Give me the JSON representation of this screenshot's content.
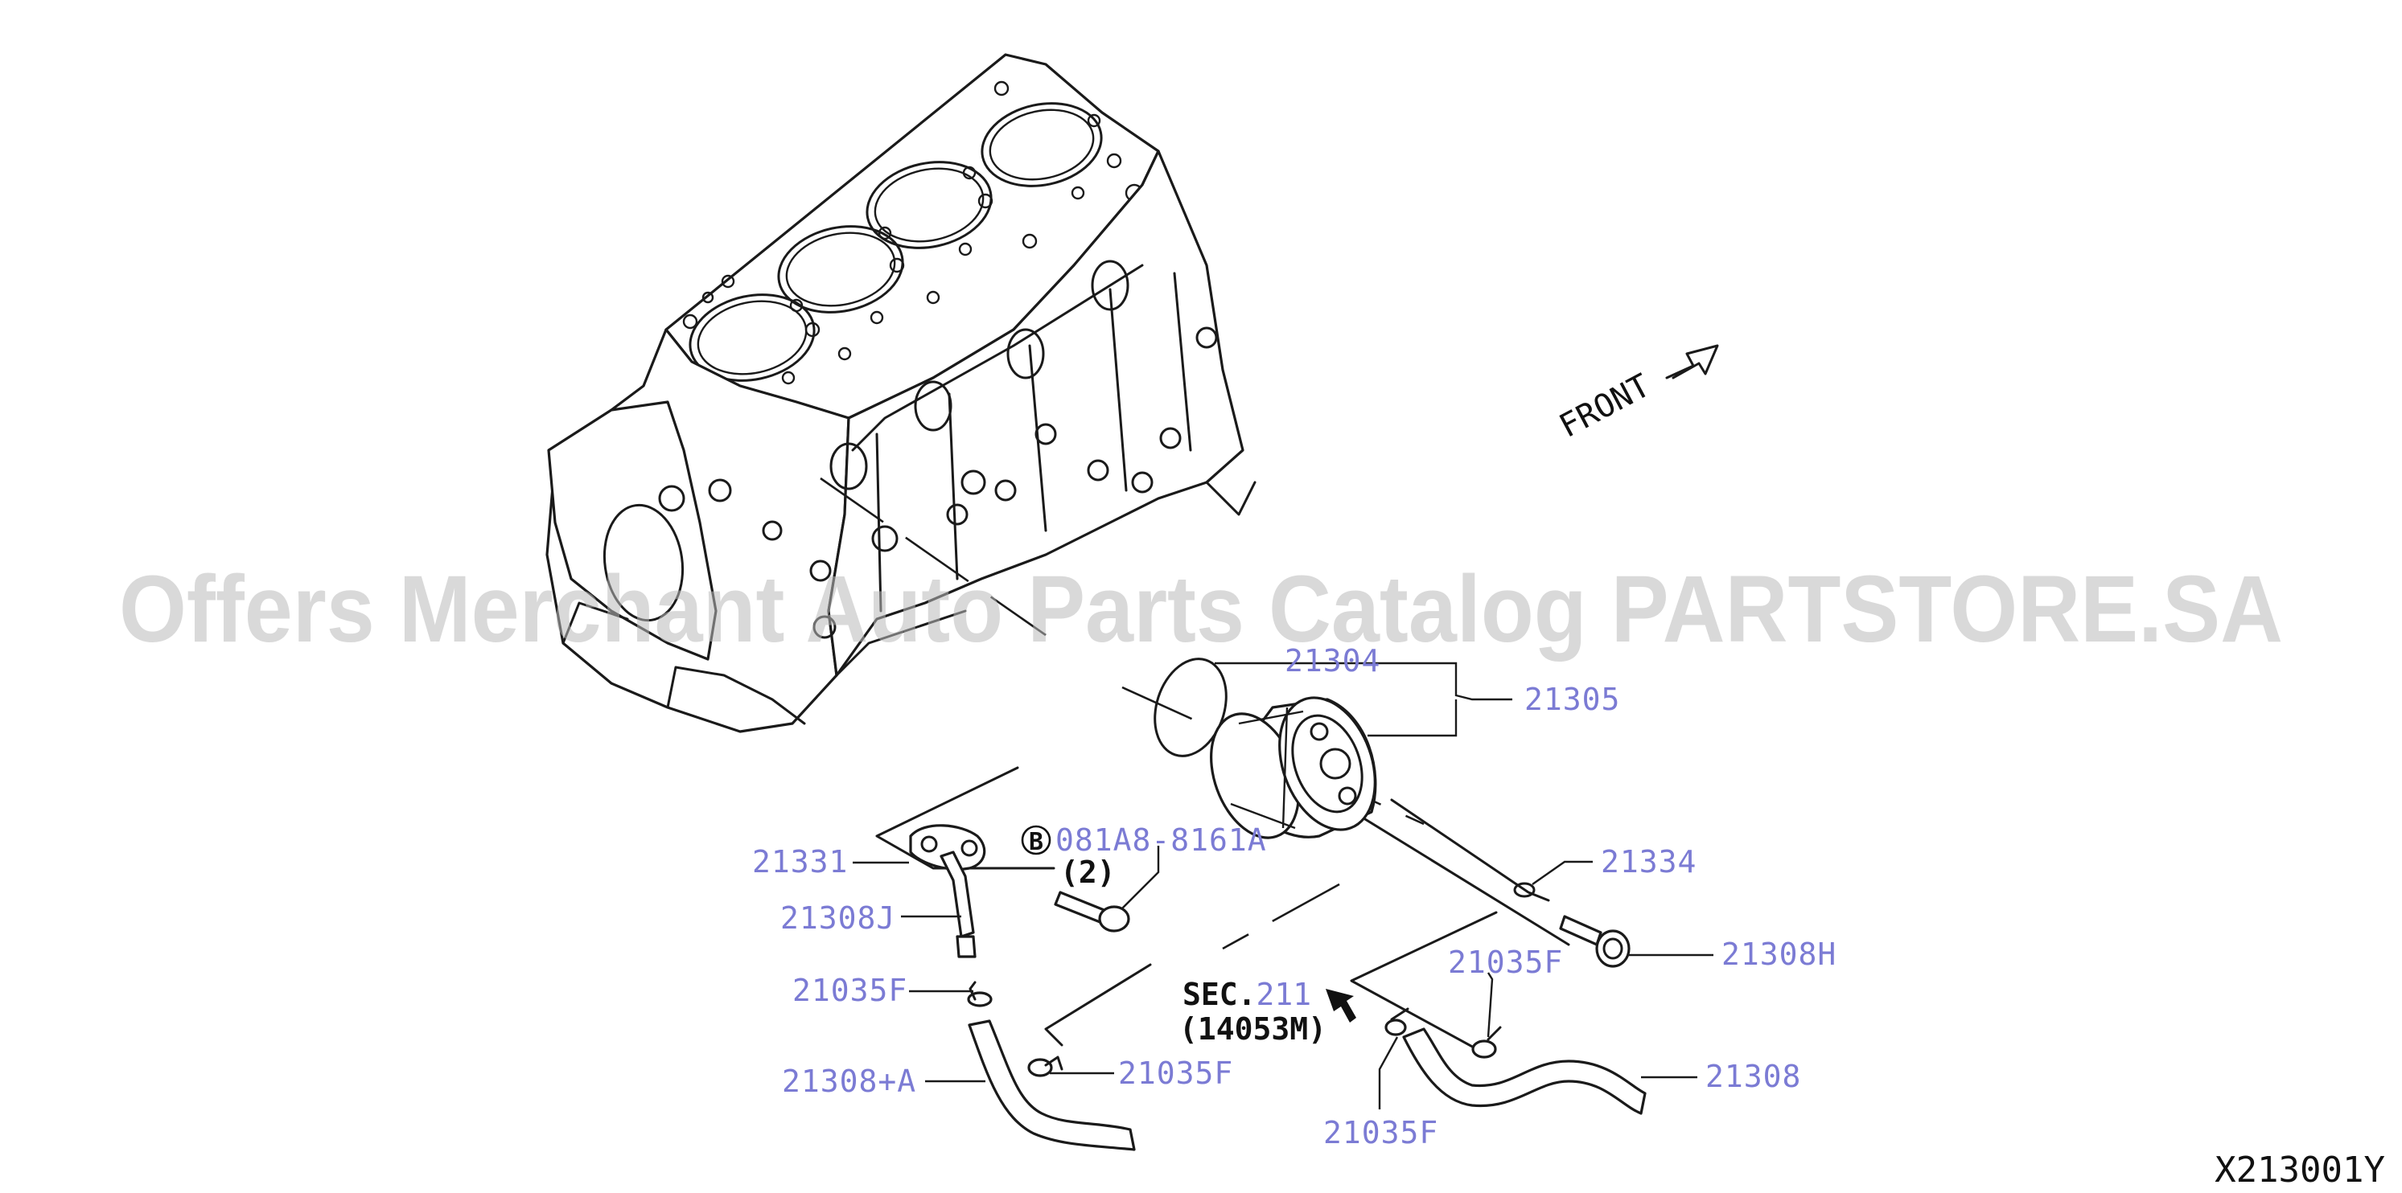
{
  "diagram": {
    "watermark": "Offers Merchant Auto Parts Catalog PARTSTORE.SA",
    "figure_code": "X213001Y",
    "front_label": "FRONT",
    "callouts": {
      "p21304": "21304",
      "p21305": "21305",
      "p21331": "21331",
      "p_bolt_code": "081A8-8161A",
      "bolt_marker": "B",
      "bolt_qty": "(2)",
      "p21308J": "21308J",
      "p21035F_a": "21035F",
      "p21308A": "21308+A",
      "p21035F_b": "21035F",
      "p21334": "21334",
      "p21308H": "21308H",
      "p21035F_c": "21035F",
      "p21308": "21308",
      "p21035F_d": "21035F",
      "sec_prefix": "SEC.",
      "sec_num": "211",
      "sec_ref": "(14053M)"
    }
  }
}
